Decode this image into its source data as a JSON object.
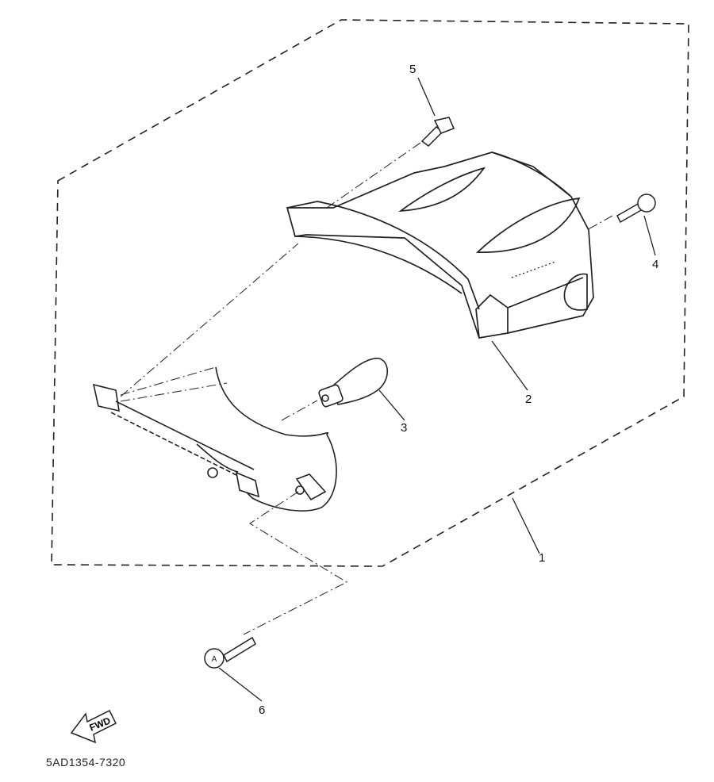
{
  "callouts": [
    {
      "id": "1",
      "label": "1"
    },
    {
      "id": "2",
      "label": "2"
    },
    {
      "id": "3",
      "label": "3"
    },
    {
      "id": "4",
      "label": "4"
    },
    {
      "id": "5",
      "label": "5"
    },
    {
      "id": "6",
      "label": "6"
    }
  ],
  "direction_arrow": {
    "label": "FWD"
  },
  "drawing_code": "5AD1354-7320"
}
